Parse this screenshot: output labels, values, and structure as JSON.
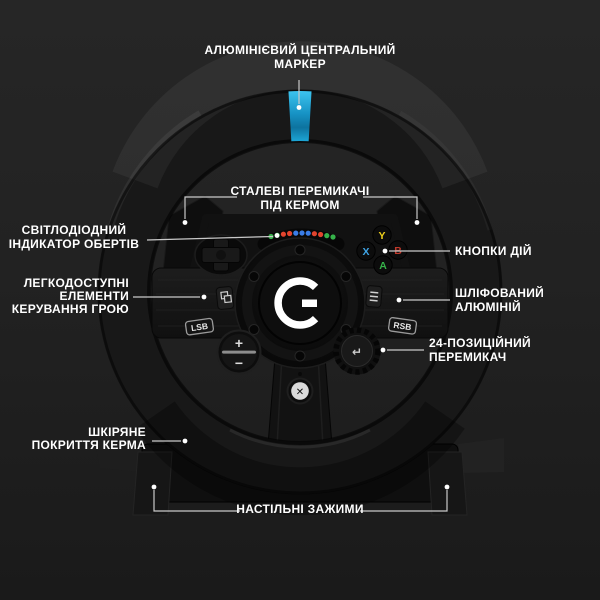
{
  "page": {
    "title": "Logitech G923 racing wheel — annotated feature diagram (Ukrainian)"
  },
  "colors": {
    "background_top": "#262626",
    "background_bottom": "#1a1a1a",
    "label_text": "#ffffff",
    "callout_line": "#c9c9c9",
    "marker_blue_light": "#3ec6f0",
    "marker_blue_dark": "#0d739f",
    "button_y": "#eecf1b",
    "button_x": "#3fa6e8",
    "button_b": "#c0392b",
    "button_a": "#36b24a"
  },
  "callouts": {
    "center_marker": {
      "lines": [
        "АЛЮМІНІЄВИЙ ЦЕНТРАЛЬНИЙ",
        "МАРКЕР"
      ]
    },
    "paddle_shifters": {
      "lines": [
        "СТАЛЕВІ ПЕРЕМИКАЧІ",
        "ПІД КЕРМОМ"
      ]
    },
    "led_indicator": {
      "lines": [
        "СВІТЛОДІОДНИЙ",
        "ІНДИКАТОР ОБЕРТІВ"
      ]
    },
    "action_buttons": {
      "lines": [
        "КНОПКИ ДІЙ"
      ]
    },
    "game_controls": {
      "lines": [
        "ЛЕГКОДОСТУПНІ",
        "ЕЛЕМЕНТИ",
        "КЕРУВАННЯ ГРОЮ"
      ]
    },
    "brushed_aluminum": {
      "lines": [
        "ШЛІФОВАНИЙ",
        "АЛЮМІНІЙ"
      ]
    },
    "position_selector": {
      "lines": [
        "24-ПОЗИЦІЙНИЙ",
        "ПЕРЕМИКАЧ"
      ]
    },
    "leather_cover": {
      "lines": [
        "ШКІРЯНЕ",
        "ПОКРИТТЯ КЕРМА"
      ]
    },
    "desk_clamps": {
      "lines": [
        "НАСТІЛЬНІ ЗАЖИМИ"
      ]
    }
  },
  "wheel": {
    "logo": "G",
    "lsb_label": "LSB",
    "rsb_label": "RSB",
    "button_labels": {
      "y": "Y",
      "x": "X",
      "b": "B",
      "a": "A"
    },
    "plus_label": "+",
    "minus_label": "−",
    "enter_symbol": "↵",
    "xbox_cross": "✕",
    "led_colors": [
      "#36b24a",
      "#36b24a",
      "#e2442e",
      "#e2442e",
      "#3a7de8",
      "#3a7de8",
      "#3a7de8",
      "#e2442e",
      "#e2442e",
      "#36b24a",
      "#36b24a"
    ]
  }
}
